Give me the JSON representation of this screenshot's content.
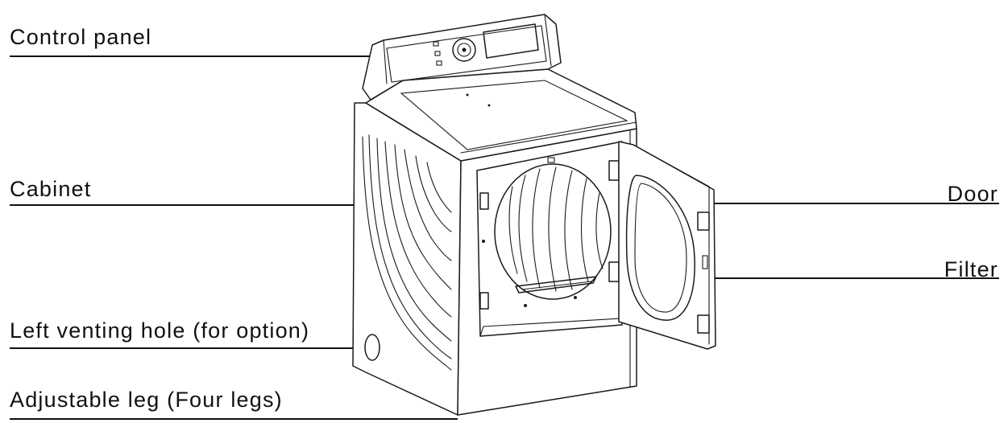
{
  "labels": {
    "control_panel": "Control panel",
    "cabinet": "Cabinet",
    "left_venting_hole": "Left venting hole (for option)",
    "adjustable_leg": "Adjustable leg (Four legs)",
    "door": "Door",
    "filter": "Filter"
  },
  "colors": {
    "line": "#1a1a1a",
    "background": "#ffffff"
  }
}
